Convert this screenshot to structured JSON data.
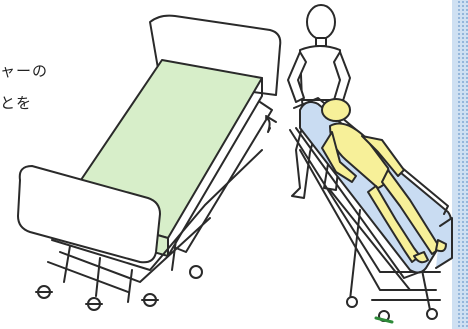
{
  "captions": {
    "line1": "ャーの",
    "line2": "とを"
  },
  "colors": {
    "mattress": "#d7eec9",
    "stretcher_pad": "#c9dcf2",
    "mannequin": "#f7f099",
    "outline": "#2a2a2a",
    "sidebar": "#cfe0f2"
  },
  "illustration": {
    "subjects": [
      "hospital-bed",
      "caregiver-figure",
      "stretcher",
      "patient-mannequin"
    ]
  }
}
